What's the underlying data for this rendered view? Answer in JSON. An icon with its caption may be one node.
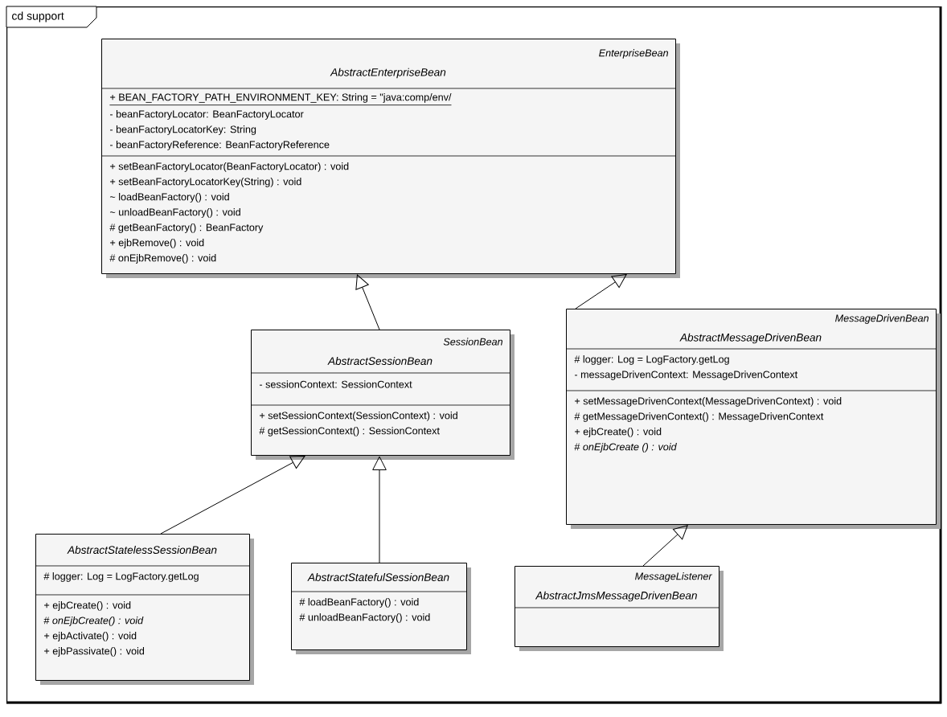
{
  "diagram": {
    "nodes": [
      {
        "text": [
          "cd support"
        ]
      },
      {
        "text": [
          "EnterpriseBean",
          "AbstractEnterpriseBean",
          "+ BEAN_FACTORY_PATH_ENVIRONMENT_KEY: String = \"java:comp/env/",
          "- beanFactoryLocator: BeanFactoryLocator",
          "- beanFactoryLocatorKey: String",
          "- beanFactoryReference: BeanFactoryReference",
          "+ setBeanFactoryLocator(BeanFactoryLocator) : void",
          "+ setBeanFactoryLocatorKey(String) : void",
          "~ loadBeanFactory() : void",
          "~ unloadBeanFactory() : void",
          "# getBeanFactory() : BeanFactory",
          "+ ejbRemove() : void",
          "# onEjbRemove() : void"
        ],
        "in": 0
      },
      {
        "text": [
          "SessionBean",
          "AbstractSessionBean",
          "- sessionContext: SessionContext",
          "+ setSessionContext(SessionContext) : void",
          "# getSessionContext() : SessionContext"
        ],
        "in": 0
      },
      {
        "text": [
          "MessageDrivenBean",
          "AbstractMessageDrivenBean",
          "# logger: Log = LogFactory.getLog",
          "- messageDrivenContext: MessageDrivenContext",
          "+ setMessageDrivenContext(MessageDrivenContext) : void",
          "# getMessageDrivenContext() : MessageDrivenContext",
          "+ ejbCreate() : void",
          "# *onEjbCreate () : void*"
        ],
        "in": 0
      },
      {
        "text": [
          "AbstractStatelessSessionBean",
          "# logger: Log = LogFactory.getLog",
          "+ ejbCreate() : void",
          "# *onEjbCreate() : void*",
          "+ ejbActivate() : void",
          "+ ejbPassivate() : void"
        ],
        "in": 0
      },
      {
        "text": [
          "AbstractStatefulSessionBean",
          "# loadBeanFactory() : void",
          "# unloadBeanFactory() : void"
        ],
        "in": 0
      },
      {
        "text": [
          "MessageListener",
          "AbstractJmsMessageDrivenBean"
        ],
        "in": 0
      }
    ],
    "edges": [
      {
        "from": 2,
        "to": 1,
        "arrow": "to"
      },
      {
        "from": 3,
        "to": 1,
        "arrow": "to"
      },
      {
        "from": 4,
        "to": 2,
        "arrow": "to"
      },
      {
        "from": 5,
        "to": 2,
        "arrow": "to"
      },
      {
        "from": 6,
        "to": 3,
        "arrow": "to"
      }
    ]
  }
}
